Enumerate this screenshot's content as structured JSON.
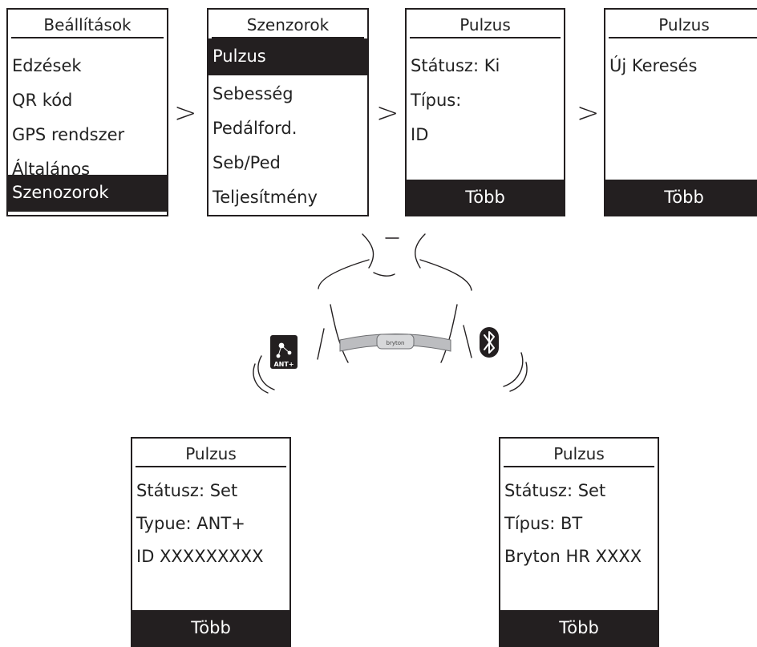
{
  "screens": {
    "settings": {
      "title": "Beállítások",
      "items": [
        "Edzések",
        "QR kód",
        "GPS rendszer",
        "Általános",
        "Szenozorok"
      ]
    },
    "sensors": {
      "title": "Szenzorok",
      "items": [
        "Pulzus",
        "Sebesség",
        "Pedálford.",
        "Seb/Ped",
        "Teljesítmény"
      ]
    },
    "pulse_off": {
      "title": "Pulzus",
      "items": [
        "Státusz: Ki",
        "Típus:",
        "ID"
      ],
      "footer": "Több"
    },
    "pulse_search": {
      "title": "Pulzus",
      "items": [
        "Új Keresés"
      ],
      "footer": "Több"
    },
    "pulse_ant": {
      "title": "Pulzus",
      "items": [
        "Státusz: Set",
        "Typue: ANT+",
        "ID XXXXXXXXX"
      ],
      "footer": "Több"
    },
    "pulse_bt": {
      "title": "Pulzus",
      "items": [
        "Státusz: Set",
        "Típus: BT",
        "Bryton HR XXXX"
      ],
      "footer": "Több"
    }
  },
  "arrow_symbol": ">",
  "illustration": {
    "ant_label": "ANT+",
    "strap_brand": "bryton",
    "icons": [
      "ant-plus-icon",
      "bluetooth-icon"
    ]
  }
}
